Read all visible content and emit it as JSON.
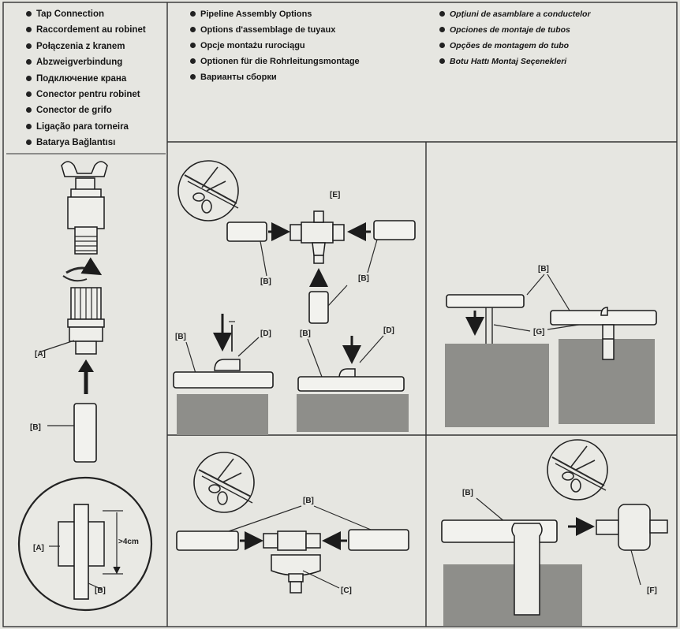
{
  "lists": {
    "tap": [
      "Tap Connection",
      "Raccordement au robinet",
      "Połączenia z kranem",
      "Abzweigverbindung",
      "Подключение крана",
      "Conector pentru robinet",
      "Conector de grifo",
      "Ligação para torneira",
      "Batarya Bağlantısı"
    ],
    "assembly": [
      "Pipeline Assembly Options",
      "Options d'assemblage de tuyaux",
      "Opcje montażu rurociągu",
      "Optionen für die Rohrleitungsmontage",
      "Варианты сборки"
    ],
    "assembly_more": [
      "Opțiuni de asamblare a conductelor",
      "Opciones de montaje de tubos",
      "Opções de montagem do tubo",
      "Botu Hattı Montaj Seçenekleri"
    ]
  },
  "labels": {
    "A": "[A]",
    "B": "[B]",
    "C": "[C]",
    "D": "[D]",
    "E": "[E]",
    "F": "[F]",
    "G": "[G]",
    "depth": ">4cm"
  },
  "colors": {
    "paper": "#e6e6e1",
    "soil": "#8e8e8a",
    "ink": "#1c1c1c"
  },
  "icons": [
    "scissors-icon",
    "arrow-icon",
    "rotate-arrow-icon"
  ]
}
